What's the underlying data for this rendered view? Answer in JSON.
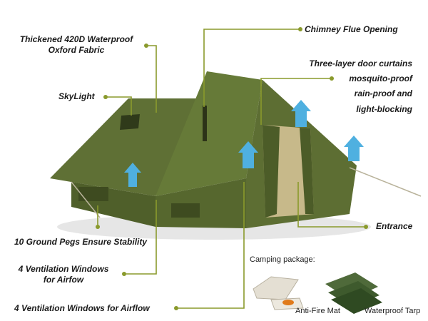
{
  "features": {
    "fabric": "Thickened 420D Waterproof\nOxford Fabric",
    "chimney": "Chimney Flue Opening",
    "door_1": "Three-layer door curtains",
    "door_2": "mosquito-proof",
    "door_3": "rain-proof and",
    "door_4": "light-blocking",
    "skylight": "SkyLight",
    "pegs": "10 Ground Pegs Ensure Stability",
    "windows_a": "4 Ventilation Windows\nfor Airfow",
    "windows_b": "4 Ventilation Windows for Airflow",
    "entrance": "Entrance"
  },
  "package": {
    "heading": "Camping package:",
    "mat": "Anti-Fire Mat",
    "tarp": "Waterproof Tarp"
  },
  "colors": {
    "leader": "#8a9a2c",
    "tent": "#5a6b32",
    "tent_dark": "#3f4d22",
    "arrow": "#4fb0e0"
  }
}
